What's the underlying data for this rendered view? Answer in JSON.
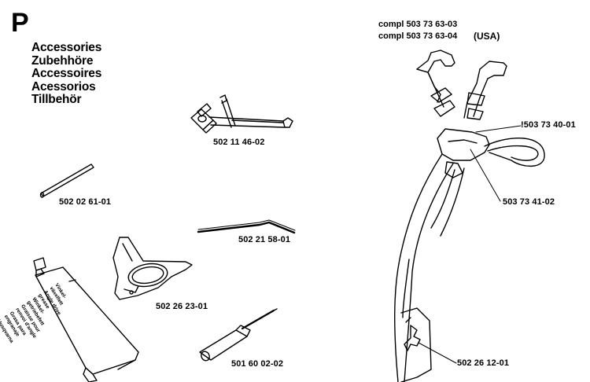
{
  "section": {
    "letter": "P"
  },
  "titles": [
    "Accessories",
    "Zubehhöre",
    "Accessoires",
    "Acessorios",
    "Tillbehör"
  ],
  "harness": {
    "compl_lines": [
      "compl 503 73 63-03",
      "compl 503 73 63-04"
    ],
    "usa_label": "(USA)"
  },
  "parts": [
    {
      "id": "wrench",
      "number": "502 11 46-02"
    },
    {
      "id": "pin",
      "number": "502 02 61-01"
    },
    {
      "id": "hex-key",
      "number": "502 21 58-01"
    },
    {
      "id": "grease-tube",
      "number": ""
    },
    {
      "id": "blade-guard",
      "number": "502 26 23-01"
    },
    {
      "id": "screwdriver",
      "number": "501 60 02-02"
    },
    {
      "id": "harness-buckle",
      "number": "503 73 40-01"
    },
    {
      "id": "harness-hook-plate",
      "number": "503 73 41-02"
    },
    {
      "id": "harness-hook",
      "number": "502 26 12-01"
    }
  ],
  "tube_label_lines": [
    "Vinkel-",
    "växelfett",
    "Angle drive",
    "grease",
    "Winkel-",
    "getriebefett",
    "Graisse pour",
    "renvoi d'angle",
    "Grasa para",
    "engranaje",
    "Husqvarna"
  ]
}
